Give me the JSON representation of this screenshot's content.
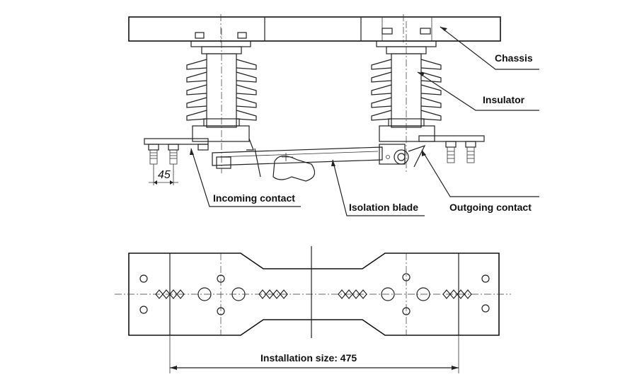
{
  "labels": {
    "chassis": "Chassis",
    "insulator": "Insulator",
    "incoming_contact": "Incoming contact",
    "isolation_blade": "Isolation blade",
    "outgoing_contact": "Outgoing contact",
    "installation_size": "Installation size: 475",
    "dimension_45": "45"
  },
  "colors": {
    "line": "#222222",
    "background": "#ffffff"
  }
}
